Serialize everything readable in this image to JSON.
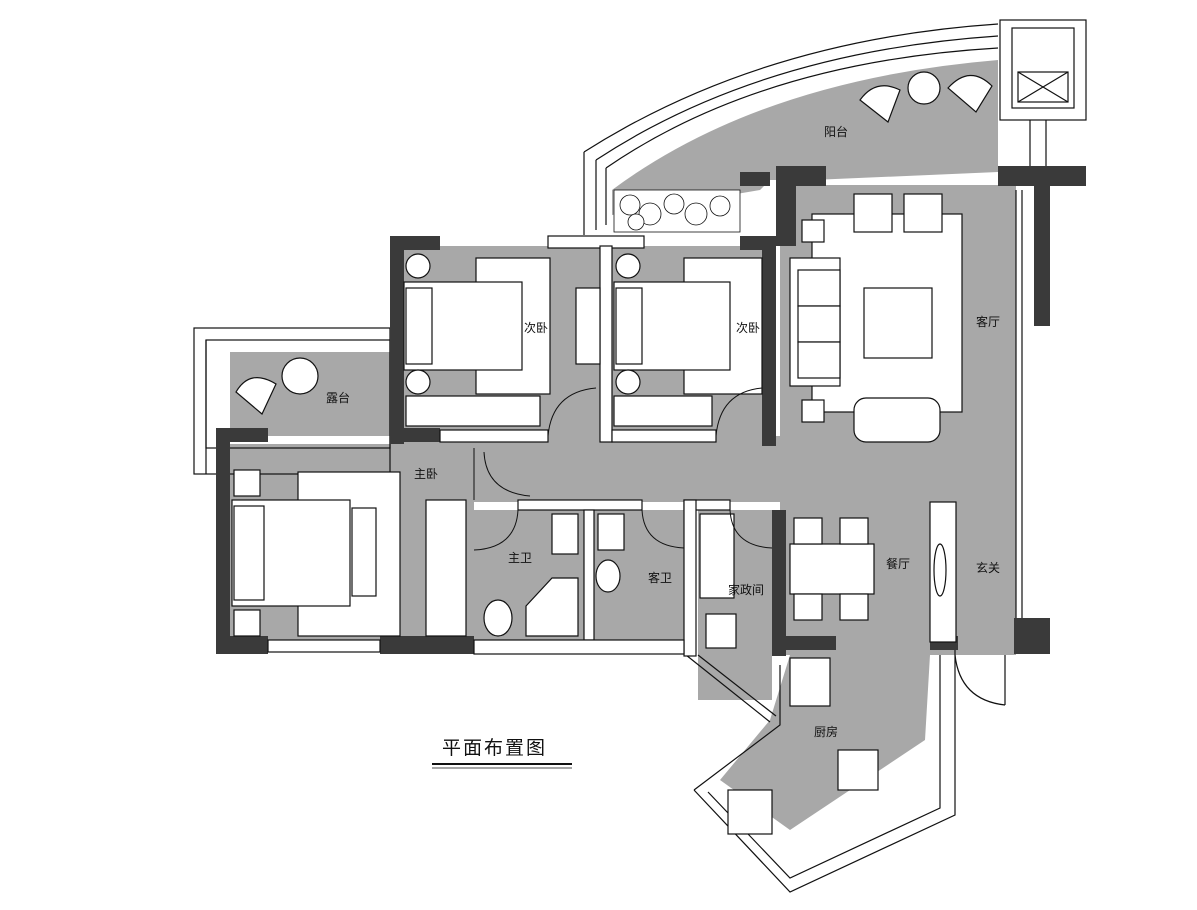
{
  "title": "平面布置图",
  "rooms": {
    "balcony": "阳台",
    "living_room": "客厅",
    "bedroom_2a": "次卧",
    "bedroom_2b": "次卧",
    "terrace": "露台",
    "master_bedroom": "主卧",
    "master_bath": "主卫",
    "guest_bath": "客卫",
    "housekeeping": "家政间",
    "dining": "餐厅",
    "entry": "玄关",
    "kitchen": "厨房"
  },
  "colors": {
    "floor": "#a8a8a8",
    "wall": "#3a3a3a",
    "furniture": "#ffffff",
    "line": "#111111"
  }
}
